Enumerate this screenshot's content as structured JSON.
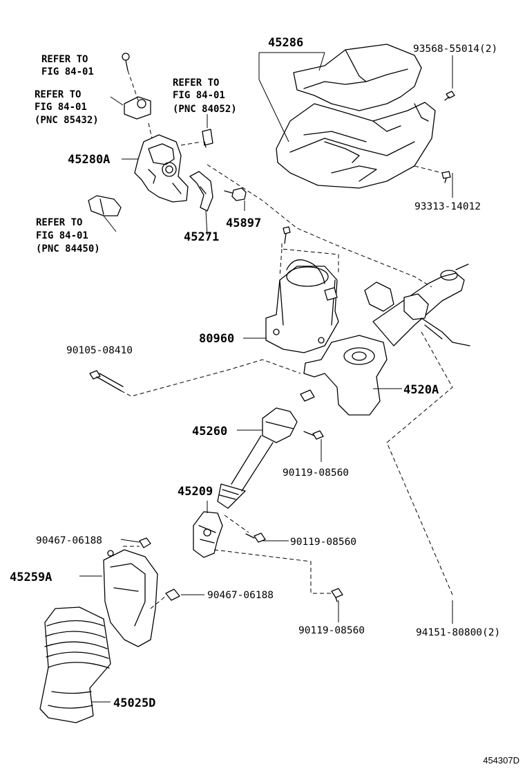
{
  "refers": {
    "r1": [
      "REFER TO",
      "FIG 84-01"
    ],
    "r2": [
      "REFER TO",
      "FIG 84-01",
      "(PNC 85432)"
    ],
    "r3": [
      "REFER TO",
      "FIG 84-01",
      "(PNC 84052)"
    ],
    "r4": [
      "REFER TO",
      "FIG 84-01",
      "(PNC 84450)"
    ]
  },
  "parts": {
    "p45286": "45286",
    "p93568": "93568-55014(2)",
    "p93313": "93313-14012",
    "p45280A": "45280A",
    "p45897": "45897",
    "p45271": "45271",
    "p80960": "80960",
    "p90105": "90105-08410",
    "p4520A": "4520A",
    "p45260": "45260",
    "p90119a": "90119-08560",
    "p45209": "45209",
    "p90467a": "90467-06188",
    "p90119b": "90119-08560",
    "p45259A": "45259A",
    "p90467b": "90467-06188",
    "p90119c": "90119-08560",
    "p94151": "94151-80800(2)",
    "p45025D": "45025D"
  },
  "figure_id": "454307D"
}
